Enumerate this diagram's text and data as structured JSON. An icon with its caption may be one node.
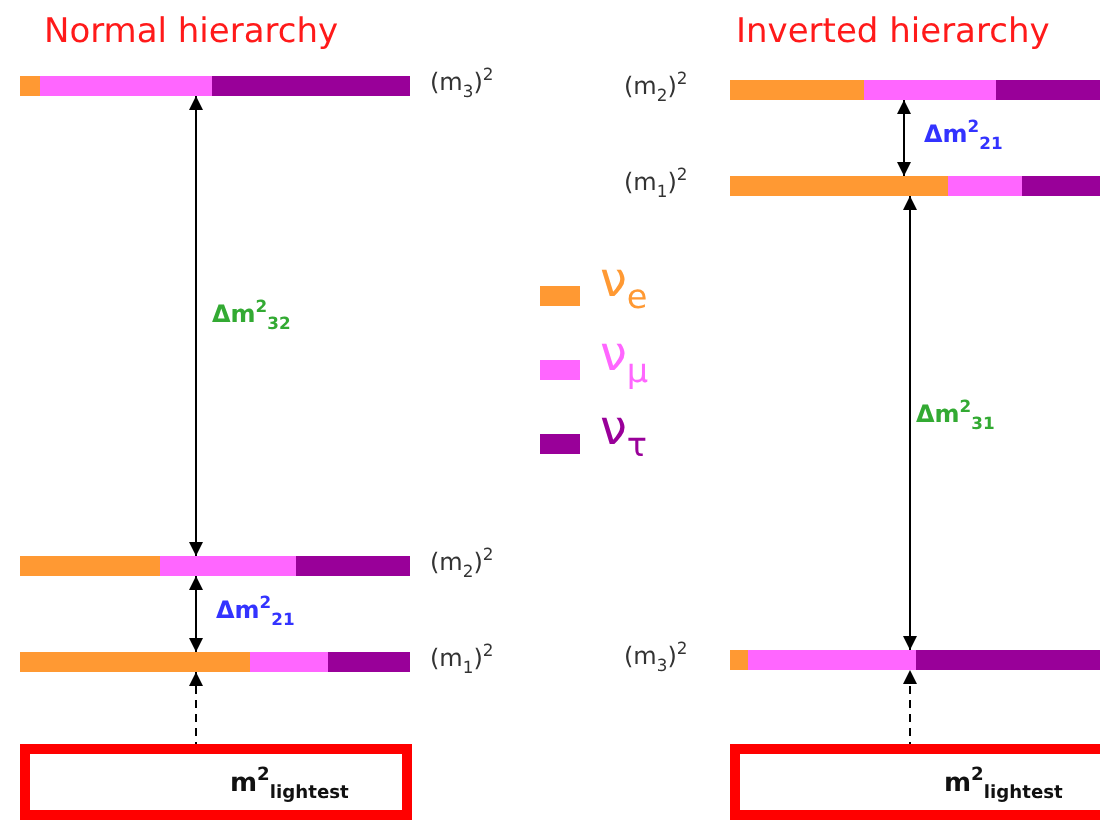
{
  "diagram": {
    "nodes": [
      {
        "text": [],
        "shape": "bar",
        "beside": [
          "(m$_{3}$)$^{2}$"
        ]
      },
      {
        "text": [],
        "shape": "bar",
        "beside": [
          "(m$_{2}$)$^{2}$"
        ]
      },
      {
        "text": [],
        "shape": "bar",
        "beside": [
          "(m$_{1}$)$^{2}$"
        ]
      },
      {
        "text": [
          "m$^{2}$$_{lightest}$"
        ]
      },
      {
        "text": [],
        "shape": "bar",
        "beside": [
          "(m$_{2}$)$^{2}$"
        ]
      },
      {
        "text": [],
        "shape": "bar",
        "beside": [
          "(m$_{1}$)$^{2}$"
        ]
      },
      {
        "text": [],
        "shape": "bar",
        "beside": [
          "(m$_{3}$)$^{2}$"
        ]
      },
      {
        "text": [
          "m$^{2}$$_{lightest}$"
        ]
      }
    ],
    "edges": [
      {
        "from": 0,
        "to": 1,
        "arrow": "both",
        "label": "Δm$^{2}$$_{32}$"
      },
      {
        "from": 1,
        "to": 2,
        "arrow": "both",
        "label": "Δm$^{2}$$_{21}$"
      },
      {
        "from": 3,
        "to": 2,
        "arrow": "to",
        "style": "dashed"
      },
      {
        "from": 4,
        "to": 5,
        "arrow": "both",
        "label": "Δm$^{2}$$_{21}$"
      },
      {
        "from": 5,
        "to": 6,
        "arrow": "both",
        "label": "Δm$^{2}$$_{31}$"
      },
      {
        "from": 7,
        "to": 6,
        "arrow": "to",
        "style": "dashed"
      }
    ],
    "labels": [
      "Normal hierarchy",
      "Inverted hierarchy"
    ],
    "legend": [
      {
        "text": "ν$_{e}$",
        "color": "#ff9933"
      },
      {
        "text": "ν$_{μ}$",
        "color": "#ff66ff"
      },
      {
        "text": "ν$_{τ}$",
        "color": "#990099"
      }
    ]
  }
}
